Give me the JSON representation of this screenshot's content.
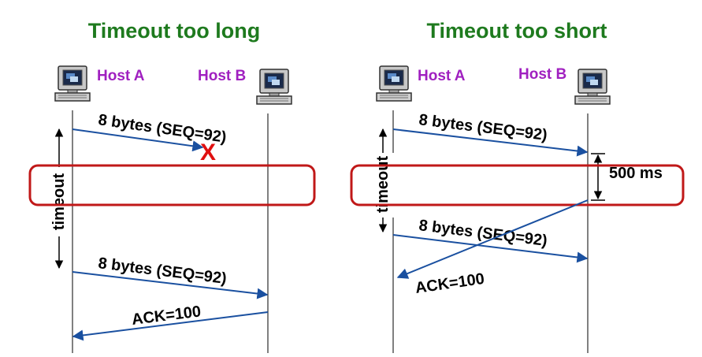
{
  "colors": {
    "title": "#1e7a1e",
    "host": "#a020c0",
    "arrow": "#1a50a0",
    "highlight": "#c01818",
    "loss_mark": "#e01010",
    "timeline": "#000000"
  },
  "left_panel": {
    "title": "Timeout too long",
    "host_a": "Host A",
    "host_b": "Host B",
    "msg1": "8 bytes (SEQ=92)",
    "loss_mark": "X",
    "timeout_label": "timeout",
    "msg2": "8 bytes (SEQ=92)",
    "ack": "ACK=100"
  },
  "right_panel": {
    "title": "Timeout too short",
    "host_a": "Host A",
    "host_b": "Host B",
    "msg1": "8 bytes (SEQ=92)",
    "delay_label": "500 ms",
    "timeout_label": "timeout",
    "msg2": "8 bytes (SEQ=92)",
    "ack": "ACK=100"
  },
  "icons": {
    "host_icon": "computer-icon"
  }
}
